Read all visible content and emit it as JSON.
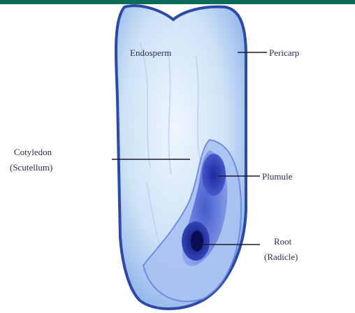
{
  "colors": {
    "topbar": "#0d6b57",
    "seed_fill": "#d6e8f7",
    "seed_outline": "#2b4aa8",
    "embryo": "#5a6fd8",
    "embryo_dark": "#1e2a8c",
    "leader_line": "#1a1a2e",
    "label_text": "#2c2c54"
  },
  "labels": {
    "endosperm": "Endosperm",
    "pericarp": "Pericarp",
    "cotyledon_line1": "Cotyledon",
    "cotyledon_line2": "(Scutellum)",
    "plumule": "Plumule",
    "root_line1": "Root",
    "root_line2": "(Radicle)"
  }
}
